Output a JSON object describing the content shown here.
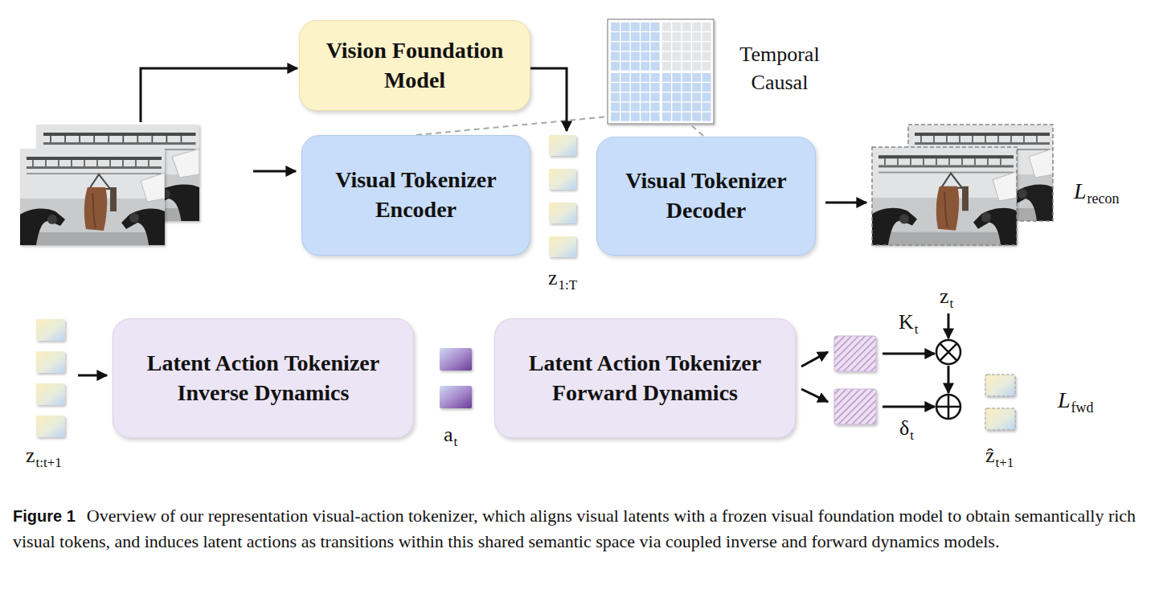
{
  "diagram": {
    "caption": "Overview of our representation visual-action tokenizer, which aligns visual latents with a frozen visual foundation model to obtain semantically rich visual tokens, and induces latent actions as transitions within this shared semantic space via coupled inverse and forward dynamics models.",
    "nodes": [
      {
        "text": [
          "Vision Foundation Model"
        ]
      },
      {
        "text": [
          "Visual Tokenizer Encoder"
        ]
      },
      {
        "text": [
          "Visual Tokenizer Decoder"
        ]
      },
      {
        "text": [
          "Latent Action Tokenizer Inverse Dynamics"
        ]
      },
      {
        "text": [
          "Latent Action Tokenizer Forward Dynamics"
        ]
      }
    ],
    "labels": [
      "Temporal Causal",
      "z",
      "1:T",
      "L",
      "recon",
      "z",
      "t:t+1",
      "a",
      "t",
      "K",
      "t",
      "z",
      "t",
      "δ",
      "t",
      "ẑ",
      "t+1",
      "L",
      "fwd",
      "Figure 1"
    ]
  }
}
